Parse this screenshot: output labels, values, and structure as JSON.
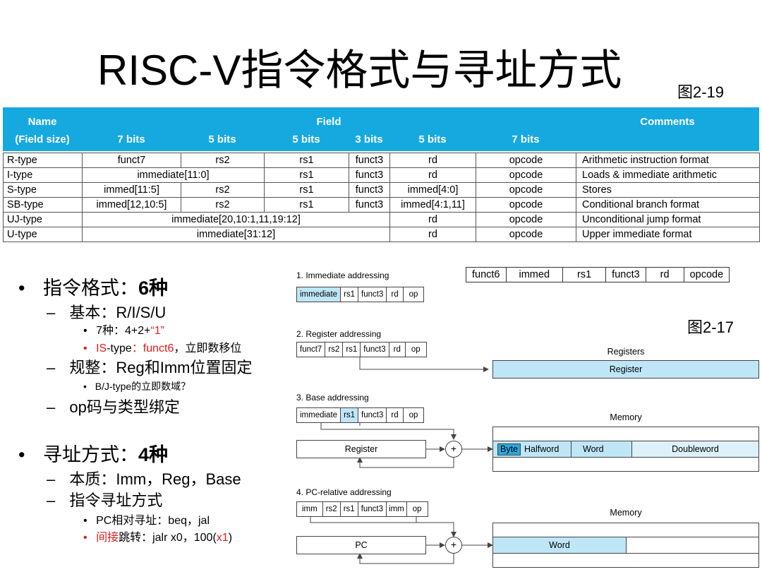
{
  "slide": {
    "title": "RISC-V指令格式与寻址方式",
    "fig_ref_top": "图2-19",
    "fig_ref_mid": "图2-17"
  },
  "format_table": {
    "header_row1": {
      "name": "Name",
      "field": "Field",
      "comments": "Comments"
    },
    "header_row2": {
      "name": "(Field size)",
      "bits": [
        "7 bits",
        "5 bits",
        "5 bits",
        "3 bits",
        "5 bits",
        "7 bits"
      ]
    },
    "rows": [
      {
        "name": "R-type",
        "cells": [
          "funct7",
          "rs2",
          "rs1",
          "funct3",
          "rd",
          "opcode"
        ],
        "comment": "Arithmetic instruction format"
      },
      {
        "name": "I-type",
        "cells": [
          "immediate[11:0]",
          "rs1",
          "funct3",
          "rd",
          "opcode"
        ],
        "comment": "Loads & immediate arithmetic"
      },
      {
        "name": "S-type",
        "cells": [
          "immed[11:5]",
          "rs2",
          "rs1",
          "funct3",
          "immed[4:0]",
          "opcode"
        ],
        "comment": "Stores"
      },
      {
        "name": "SB-type",
        "cells": [
          "immed[12,10:5]",
          "rs2",
          "rs1",
          "funct3",
          "immed[4:1,11]",
          "opcode"
        ],
        "comment": "Conditional branch format"
      },
      {
        "name": "UJ-type",
        "cells": [
          "immediate[20,10:1,11,19:12]",
          "rd",
          "opcode"
        ],
        "comment": "Unconditional jump format"
      },
      {
        "name": "U-type",
        "cells": [
          "immediate[31:12]",
          "rd",
          "opcode"
        ],
        "comment": "Upper immediate format"
      }
    ]
  },
  "funct6_table": [
    "funct6",
    "immed",
    "rs1",
    "funct3",
    "rd",
    "opcode"
  ],
  "bullets": {
    "b1": {
      "bullet": "•",
      "text_a": "指令格式：",
      "text_b": "6种"
    },
    "b1_1": {
      "dash": "–",
      "text": "基本：R/I/S/U"
    },
    "b1_1_1": {
      "bullet": "•",
      "text_a": "7种：4+2+",
      "text_b": "“1”"
    },
    "b1_1_2": {
      "bullet": "•",
      "text_a": "IS",
      "text_b": "-type",
      "text_c": "：funct6",
      "text_d": "，立即数移位"
    },
    "b1_2": {
      "dash": "–",
      "text": "规整：Reg和Imm位置固定"
    },
    "b1_2_1": {
      "bullet": "•",
      "text": "B/J-type的立即数域？"
    },
    "b1_3": {
      "dash": "–",
      "text": "op码与类型绑定"
    },
    "b2": {
      "bullet": "•",
      "text_a": "寻址方式：",
      "text_b": "4种"
    },
    "b2_1": {
      "dash": "–",
      "text": "本质：Imm，Reg，Base"
    },
    "b2_2": {
      "dash": "–",
      "text": "指令寻址方式"
    },
    "b2_2_1": {
      "bullet": "•",
      "text": "PC相对寻址：beq，jal"
    },
    "b2_2_2": {
      "bullet": "•",
      "text_a": "间接",
      "text_b": "跳转：jalr x0，100(",
      "text_c": "x1",
      "text_d": ")"
    }
  },
  "addressing": {
    "immediate": {
      "label": "1.  Immediate addressing",
      "fields": [
        "immediate",
        "rs1",
        "funct3",
        "rd",
        "op"
      ]
    },
    "register": {
      "label": "2.  Register addressing",
      "fields": [
        "funct7",
        "rs2",
        "rs1",
        "funct3",
        "rd",
        "op"
      ],
      "bank_caption": "Registers",
      "target": "Register"
    },
    "base": {
      "label": "3.  Base addressing",
      "fields": [
        "immediate",
        "rs1",
        "funct3",
        "rd",
        "op"
      ],
      "reg_box": "Register",
      "memory_caption": "Memory",
      "mem_cells": [
        "Byte",
        "Halfword",
        "Word",
        "Doubleword"
      ]
    },
    "pc_relative": {
      "label": "4.  PC-relative addressing",
      "fields": [
        "imm",
        "rs2",
        "rs1",
        "funct3",
        "imm",
        "op"
      ],
      "pc_box": "PC",
      "memory_caption": "Memory",
      "mem_word": "Word"
    },
    "adder": "+"
  },
  "colors": {
    "table_header": "#16a9e0",
    "highlight": "#bfe6f7",
    "emphasis_red": "#e21b1b"
  }
}
